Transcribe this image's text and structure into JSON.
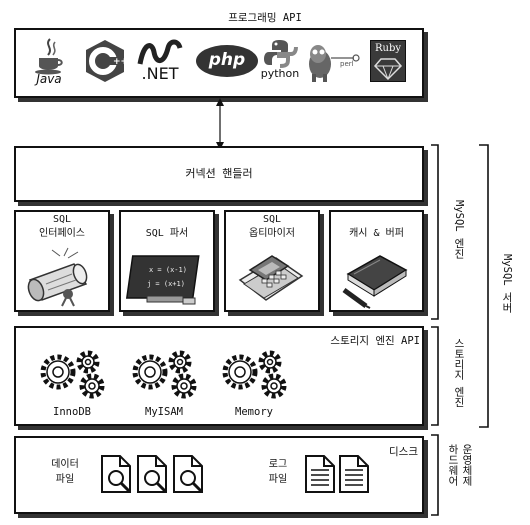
{
  "api": {
    "title": "프로그래밍 API",
    "logos": {
      "java": "Java",
      "cpp": "C++",
      "net": ".NET",
      "php": "php",
      "python": "python",
      "perl": "perl",
      "ruby": "Ruby"
    }
  },
  "connection_handler": "커넥션 핸들러",
  "engine_modules": [
    {
      "line1": "SQL",
      "line2": "인터페이스"
    },
    {
      "line1": "",
      "line2": "SQL 파서"
    },
    {
      "line1": "SQL",
      "line2": "옵티마이저"
    },
    {
      "line1": "",
      "line2": "캐시 & 버퍼"
    }
  ],
  "storage_api": {
    "title": "스토리지 엔진 API",
    "engines": [
      "InnoDB",
      "MyISAM",
      "Memory"
    ]
  },
  "disk": {
    "title": "디스크",
    "data_files_line1": "데이터",
    "data_files_line2": "파일",
    "log_files_line1": "로그",
    "log_files_line2": "파일"
  },
  "side_labels": {
    "mysql_engine": "MySQL 엔진",
    "storage_engine": "스토리지 엔진",
    "os_hw_line1": "운영체제",
    "os_hw_line2": "하드웨어",
    "mysql_server": "MySQL 서버"
  }
}
